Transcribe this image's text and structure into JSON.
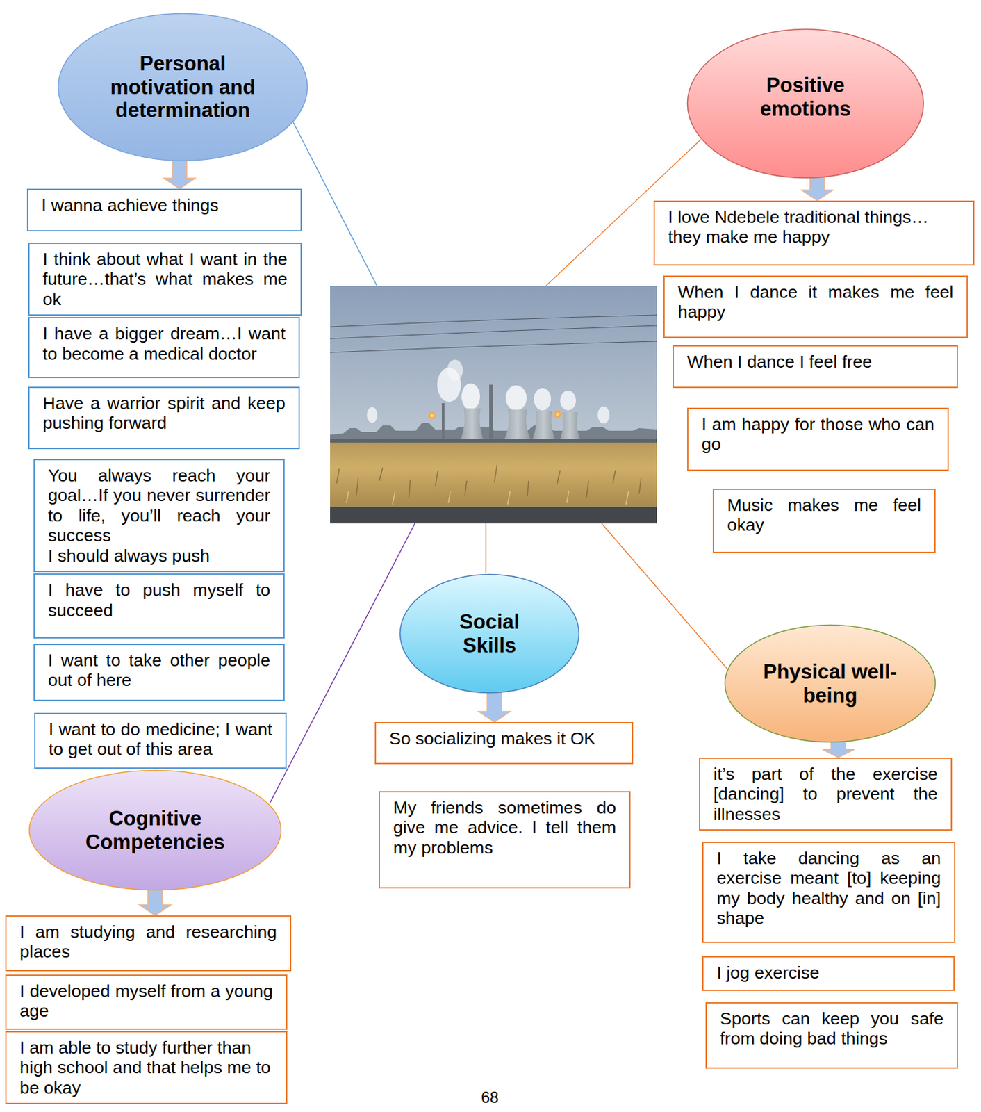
{
  "diagram": {
    "nodes": [
      {
        "text": [
          "Personal motivation and determination"
        ]
      },
      {
        "text": [
          "I wanna achieve things"
        ]
      },
      {
        "text": [
          "I think about what I want in the future…that’s what makes me ok"
        ]
      },
      {
        "text": [
          "I have a bigger dream…I want to become a medical doctor"
        ]
      },
      {
        "text": [
          "Have a warrior spirit and keep pushing forward"
        ]
      },
      {
        "text": [
          "You always reach your goal…If you never surrender to life, you’ll reach your success",
          "I should always push"
        ]
      },
      {
        "text": [
          "I have to push myself to succeed"
        ]
      },
      {
        "text": [
          "I want to take other people out of here"
        ]
      },
      {
        "text": [
          "I want to do medicine; I want to get out of this area"
        ]
      },
      {
        "text": [
          "Positive emotions"
        ]
      },
      {
        "text": [
          "I love Ndebele traditional things…they make me happy"
        ]
      },
      {
        "text": [
          "When I dance it makes me feel happy"
        ]
      },
      {
        "text": [
          "When I dance I feel free"
        ]
      },
      {
        "text": [
          "I am happy for those who can go"
        ]
      },
      {
        "text": [
          "Music makes me feel okay"
        ]
      },
      {
        "text": [
          "Social Skills"
        ]
      },
      {
        "text": [
          "So socializing makes it OK"
        ]
      },
      {
        "text": [
          "My friends sometimes do give me advice. I tell them my problems"
        ]
      },
      {
        "text": [
          "Physical well-being"
        ]
      },
      {
        "text": [
          "it’s part of the exercise [dancing] to prevent the illnesses"
        ]
      },
      {
        "text": [
          "I take dancing as an exercise meant [to] keeping my body healthy and on [in] shape"
        ]
      },
      {
        "text": [
          "I jog exercise"
        ]
      },
      {
        "text": [
          "Sports can keep you safe from doing bad things"
        ]
      },
      {
        "text": [
          "Cognitive Competencies"
        ]
      },
      {
        "text": [
          "I am studying and researching places"
        ]
      },
      {
        "text": [
          "I developed myself from a young age"
        ]
      },
      {
        "text": [
          "I am able to study further than high school and that helps me to be okay"
        ]
      }
    ],
    "edges": [
      {
        "from": 0,
        "to": 1,
        "arrow": "to"
      },
      {
        "from": 9,
        "to": 10,
        "arrow": "to"
      },
      {
        "from": 15,
        "to": 16,
        "arrow": "to"
      },
      {
        "from": 18,
        "to": 19,
        "arrow": "to"
      },
      {
        "from": 23,
        "to": 24,
        "arrow": "to"
      }
    ],
    "labels": [
      "68"
    ]
  }
}
